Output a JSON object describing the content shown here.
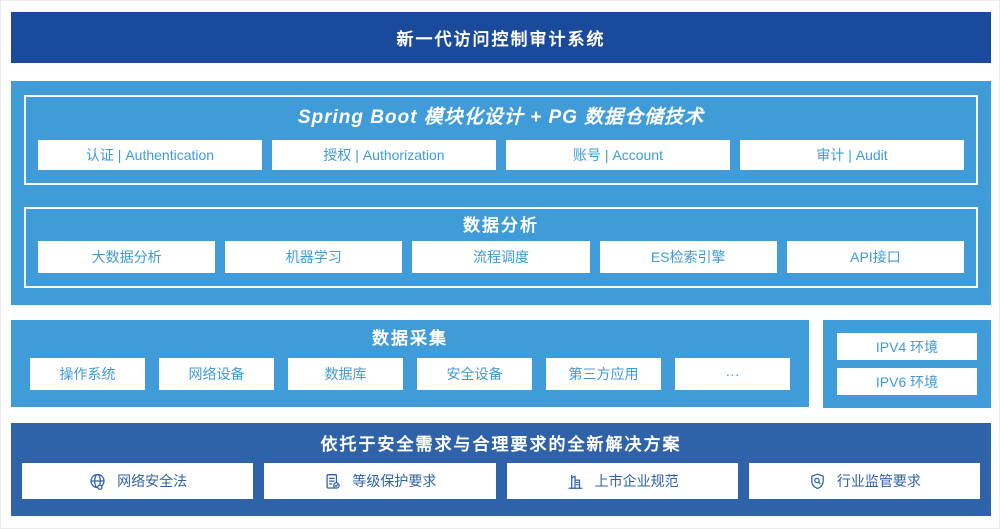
{
  "banner": {
    "title": "新一代访问控制审计系统"
  },
  "architecture": {
    "spring_boot": {
      "title": "Spring Boot 模块化设计 + PG 数据仓储技术",
      "modules": [
        "认证 | Authentication",
        "授权 | Authorization",
        "账号 | Account",
        "审计 | Audit"
      ]
    },
    "data_analysis": {
      "title": "数据分析",
      "modules": [
        "大数据分析",
        "机器学习",
        "流程调度",
        "ES检索引擎",
        "API接口"
      ]
    }
  },
  "data_collection": {
    "title": "数据采集",
    "sources": [
      "操作系统",
      "网络设备",
      "数据库",
      "安全设备",
      "第三方应用",
      "···"
    ]
  },
  "network_environments": {
    "items": [
      "IPV4 环境",
      "IPV6 环境"
    ]
  },
  "solution": {
    "title": "依托于安全需求与合理要求的全新解决方案",
    "items": [
      {
        "icon": "globe-icon",
        "label": "网络安全法"
      },
      {
        "icon": "document-check-icon",
        "label": "等级保护要求"
      },
      {
        "icon": "building-icon",
        "label": "上市企业规范"
      },
      {
        "icon": "shield-magnifier-icon",
        "label": "行业监管要求"
      }
    ]
  },
  "colors": {
    "banner_navy": "#1a4a9c",
    "light_blue": "#409cd9",
    "solution_blue": "#2e62a9",
    "chip_text_blue": "#3f9bd8",
    "white": "#ffffff"
  }
}
